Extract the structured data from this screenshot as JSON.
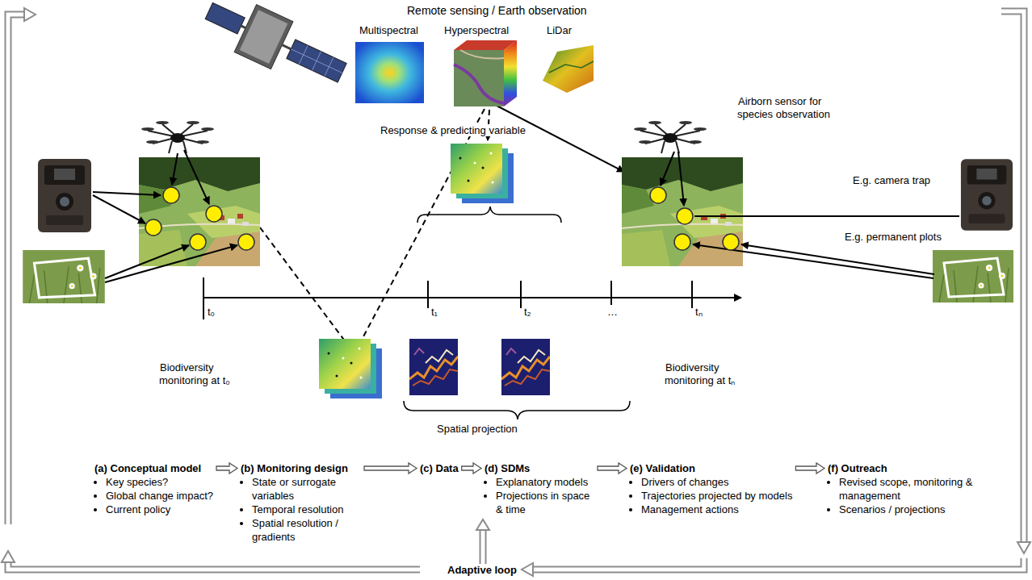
{
  "diagram": {
    "nodes": [
      {
        "text": [
          "(a) Conceptual model",
          "Key species?",
          "Global change impact?",
          "Current policy"
        ]
      },
      {
        "text": [
          "(b) Monitoring design",
          "State or surrogate variables",
          "Temporal resolution",
          "Spatial resolution / gradients"
        ]
      },
      {
        "text": [
          "(c) Data"
        ]
      },
      {
        "text": [
          "(d) SDMs",
          "Explanatory models",
          "Projections in space & time"
        ]
      },
      {
        "text": [
          "(e) Validation",
          "Drivers of changes",
          "Trajectories projected by models",
          "Management actions"
        ]
      },
      {
        "text": [
          "(f) Outreach",
          "Revised scope, monitoring & management",
          "Scenarios / projections"
        ]
      }
    ],
    "edges": [
      {
        "from": 0,
        "to": 1,
        "arrow": "to"
      },
      {
        "from": 1,
        "to": 2,
        "arrow": "to"
      },
      {
        "from": 2,
        "to": 3,
        "arrow": "to"
      },
      {
        "from": 3,
        "to": 4,
        "arrow": "to"
      },
      {
        "from": 4,
        "to": 5,
        "arrow": "to"
      }
    ],
    "labels": [
      "Remote sensing / Earth observation",
      "Multispectral",
      "Hyperspectral",
      "LiDar",
      "Airborn sensor for species observation",
      "Response & predicting variable",
      "E.g. camera trap",
      "t₀",
      "t₁",
      "t₂",
      "…",
      "tₙ",
      "E.g. permanent plots",
      "Biodiversity monitoring at t₀",
      "Biodiversity monitoring at tₙ",
      "Spatial projection",
      "Adaptive loop"
    ]
  }
}
